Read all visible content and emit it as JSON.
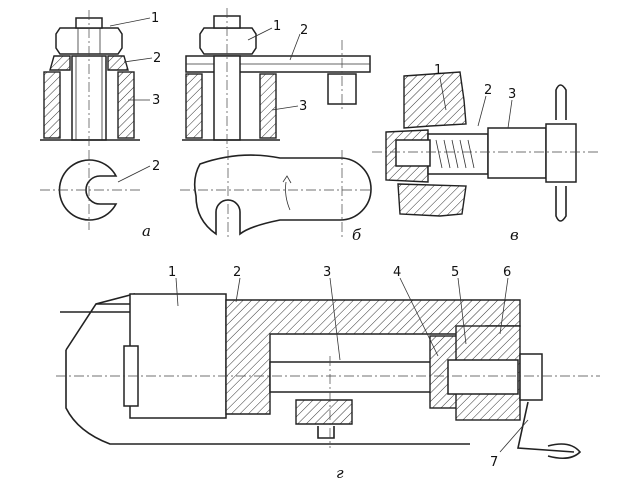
{
  "views": {
    "a": {
      "caption": "а",
      "callouts": [
        "1",
        "2",
        "3"
      ],
      "plan_callout": "2"
    },
    "b": {
      "caption": "б",
      "callouts": [
        "1",
        "2",
        "3"
      ]
    },
    "v": {
      "caption": "в",
      "callouts": [
        "1",
        "2",
        "3"
      ]
    },
    "g": {
      "caption": "г",
      "callouts": [
        "1",
        "2",
        "3",
        "4",
        "5",
        "6",
        "7"
      ]
    }
  }
}
